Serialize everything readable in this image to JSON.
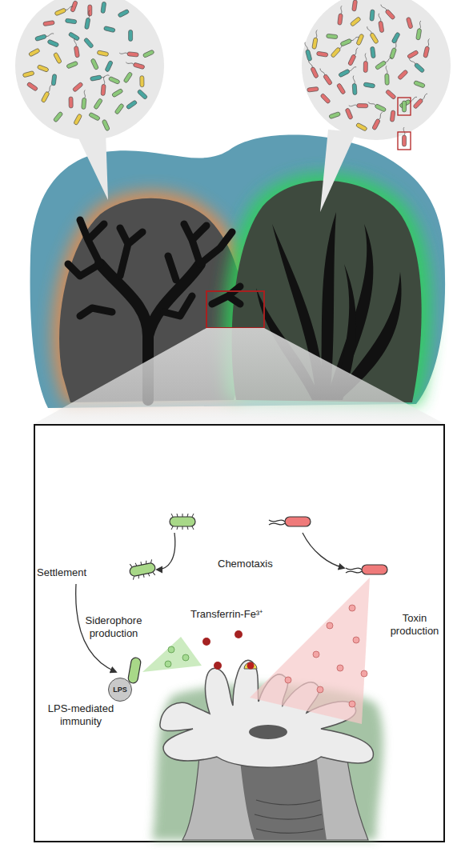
{
  "diagram": {
    "nodes": [
      {
        "text": [
          "LPS"
        ]
      }
    ],
    "labels": [
      "Chemotaxis",
      "Settlement",
      "Transferrin-Fe³⁺",
      "Siderophore production",
      "Toxin production",
      "LPS-mediated immunity"
    ]
  }
}
